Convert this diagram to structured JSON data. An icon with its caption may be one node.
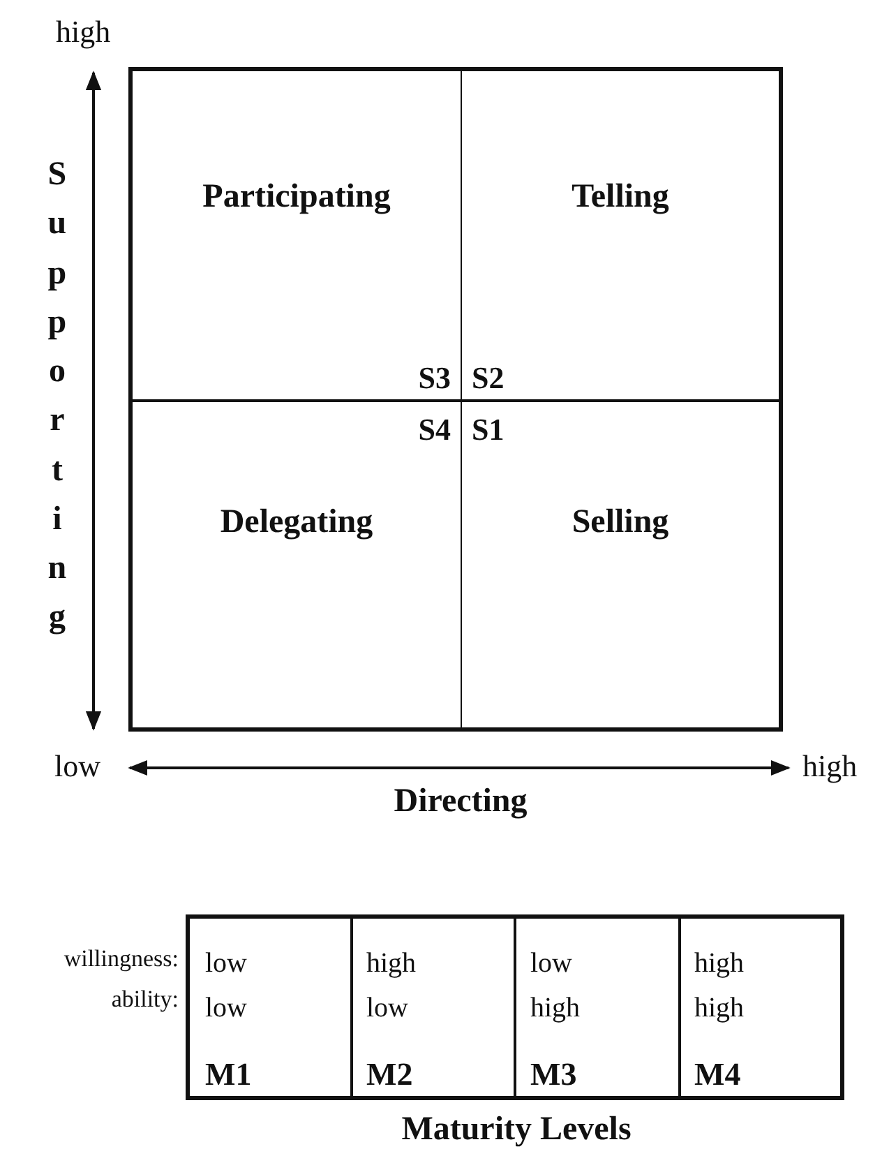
{
  "diagram": {
    "nodes": [
      {
        "text": [
          "Participating",
          "S3"
        ]
      },
      {
        "text": [
          "Telling",
          "S2"
        ]
      },
      {
        "text": [
          "Delegating",
          "S4"
        ]
      },
      {
        "text": [
          "Selling",
          "S1"
        ]
      },
      {
        "text": [
          "low",
          "low",
          "M1"
        ]
      },
      {
        "text": [
          "high",
          "low",
          "M2"
        ]
      },
      {
        "text": [
          "low",
          "high",
          "M3"
        ]
      },
      {
        "text": [
          "high",
          "high",
          "M4"
        ]
      }
    ],
    "labels": [
      "high",
      "Supporting",
      "low",
      "high",
      "Directing",
      "willingness:",
      "ability:",
      "Maturity Levels"
    ]
  }
}
